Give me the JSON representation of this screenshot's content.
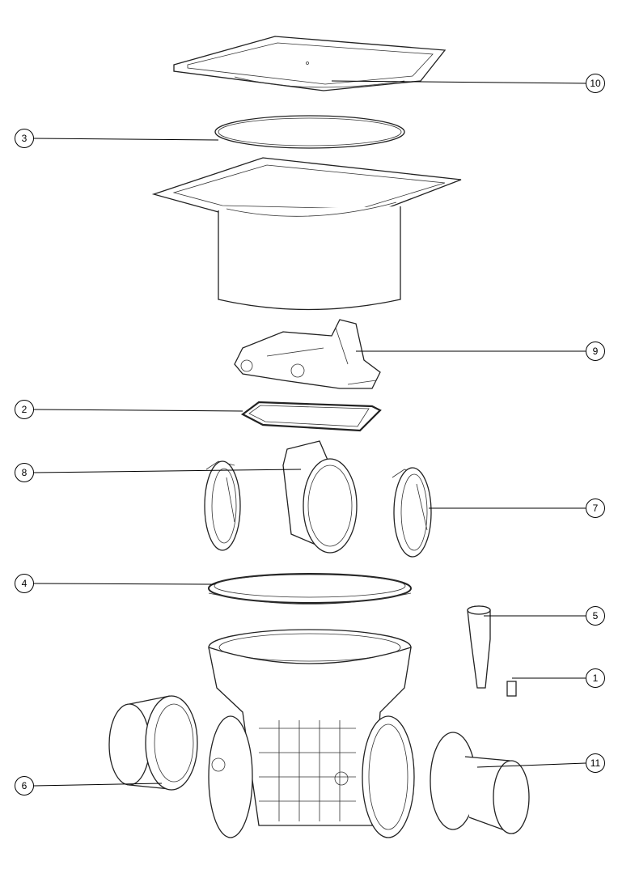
{
  "diagram": {
    "callouts": [
      {
        "label": "10",
        "part": "cover-grate"
      },
      {
        "label": "3",
        "part": "o-ring-seal"
      },
      {
        "label": "9",
        "part": "odour-trap-insert"
      },
      {
        "label": "2",
        "part": "insert-gasket"
      },
      {
        "label": "8",
        "part": "center-flap"
      },
      {
        "label": "7",
        "part": "side-flap"
      },
      {
        "label": "4",
        "part": "body-seal-ring"
      },
      {
        "label": "5",
        "part": "plug"
      },
      {
        "label": "1",
        "part": "small-pin"
      },
      {
        "label": "6",
        "part": "inlet-adapter"
      },
      {
        "label": "11",
        "part": "outlet-adapter"
      }
    ]
  }
}
